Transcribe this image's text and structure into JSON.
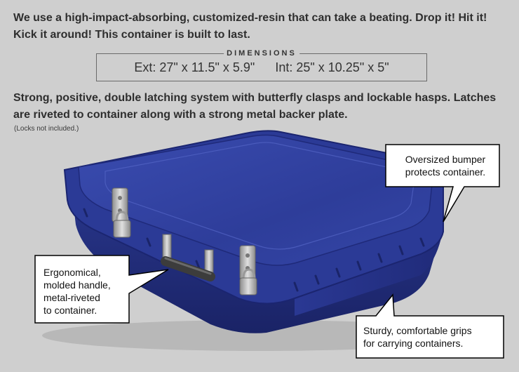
{
  "intro": "We use a high-impact-absorbing, customized-resin that can take a beating. Drop it!  Hit it! Kick it around! This container is built to last.",
  "dimensions": {
    "title": "DIMENSIONS",
    "exterior": "Ext: 27\" x 11.5\" x 5.9\"",
    "interior": "Int:  25\" x 10.25\" x 5\""
  },
  "latch_text": "Strong, positive, double latching system with butterfly clasps and lockable hasps. Latches are riveted to container along with a strong metal backer plate.",
  "note": "(Locks not included.)",
  "callouts": {
    "bumper_line1": "Oversized bumper",
    "bumper_line2": "protects container.",
    "handle_line1": "Ergonomical,",
    "handle_line2": "molded handle,",
    "handle_line3": "metal-riveted",
    "handle_line4": "to container.",
    "grips_line1": "Sturdy, comfortable grips",
    "grips_line2": "for carrying containers."
  },
  "colors": {
    "background": "#cfcfcf",
    "case_blue": "#2e3d9a",
    "case_dark": "#1c2670",
    "case_light": "#4a5bbd",
    "metal": "#b8b8b8"
  }
}
